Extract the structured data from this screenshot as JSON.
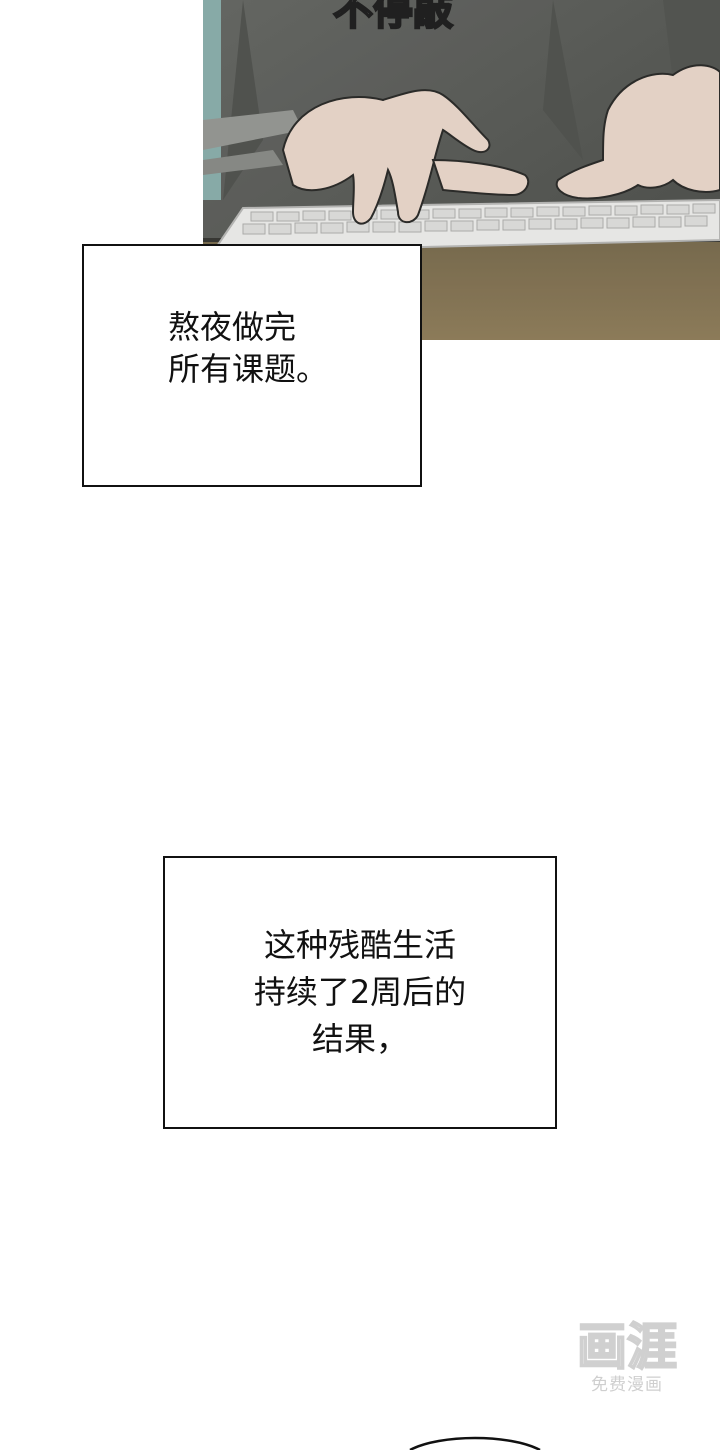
{
  "panel_top": {
    "description_alt": "",
    "sfx_text": "不停敲"
  },
  "caption_1": {
    "text": "熬夜做完\n所有课题。"
  },
  "caption_2": {
    "text": "这种残酷生活\n持续了2周后的\n结果，"
  },
  "watermark": {
    "logo_text": "画涯",
    "subtitle": "免费漫画"
  },
  "colors": {
    "panel_bg": "#5e605c",
    "desk": "#8a7a5a",
    "keyboard": "#f3f3f1",
    "skin": "#f0ddd0",
    "border": "#111111"
  }
}
